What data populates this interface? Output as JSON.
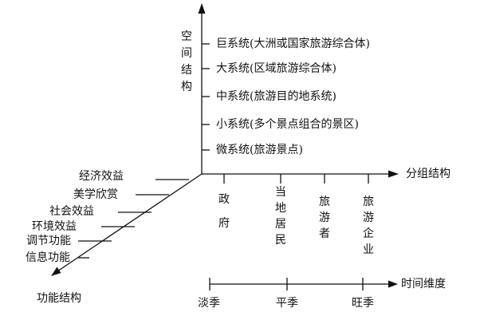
{
  "axes": {
    "spatial": {
      "title": "空间结构"
    },
    "grouping": {
      "title": "分组结构"
    },
    "functional": {
      "title": "功能结构"
    },
    "time": {
      "title": "时间维度"
    }
  },
  "spatial_levels": [
    "巨系统(大洲或国家旅游综合体)",
    "大系统(区域旅游综合体)",
    "中系统(旅游目的地系统)",
    "小系统(多个景点组合的景区)",
    "微系统(旅游景点)"
  ],
  "groups": [
    "政　府",
    "当地居民",
    "旅游者",
    "旅游企业"
  ],
  "functions": [
    "经济效益",
    "美学欣赏",
    "社会效益",
    "环境效益",
    "调节功能",
    "信息功能"
  ],
  "seasons": [
    "淡季",
    "平季",
    "旺季"
  ]
}
